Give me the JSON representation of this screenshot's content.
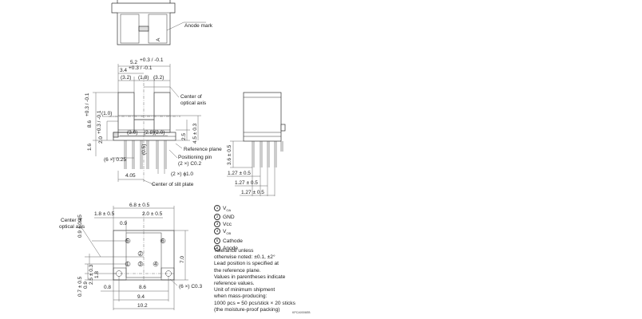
{
  "labels": {
    "anode_mark": "Anode mark",
    "anode_letter": "A",
    "center_optical_axis_top": [
      "Center of",
      "optical axis"
    ],
    "reference_plane": "Reference plane",
    "positioning_pin": [
      "Positioning pin",
      "(2 ×) C0.2"
    ],
    "center_slit_plate": "Center of slit plate",
    "center_optical_axis_bottom": [
      "Center of",
      "optical axis"
    ]
  },
  "dims_front": {
    "w52": "5.2",
    "w52_tol": "+0.3 / -0.1",
    "w34": "3.4",
    "w34_tol": "+0.3 / -0.1",
    "p32a": "(3.2)",
    "p18": "(1.8)",
    "p32b": "(3.2)",
    "h86": "8.6",
    "h86_tol": "+0.3 / -0.1",
    "p10": "(1.0)",
    "p30": "(3.0)",
    "p28": "(2.8)",
    "p20": "(2.0)",
    "h20": "2.0",
    "h20_tol": "+0.3 / -0.1",
    "h16": "1.6",
    "p05": "(0.5)",
    "h25": "2.5",
    "h45": "4.5 ± 0.3",
    "c6": "(6 ×) 0.25",
    "w405": "4.05",
    "c2": "(2 ×) ϕ1.0"
  },
  "dims_side": {
    "h36": "3.6 ± 0.5",
    "p1": "1.27 ± 0.5",
    "p2": "1.27 ± 0.5",
    "p3": "1.27 ± 0.5"
  },
  "dims_bottom": {
    "w68": "6.8 ± 0.5",
    "w18": "1.8 ± 0.5",
    "w20": "2.0 ± 0.5",
    "w09": "0.9",
    "h09": "0.9 ± 0.45",
    "h25": "2.5 ± 0.3",
    "h18": "1.8",
    "h09b": "0.9",
    "h07": "0.7 ± 0.5",
    "h70": "7.0",
    "w08": "0.8",
    "w86": "8.6",
    "w94": "9.4",
    "w102": "10.2",
    "c03": "(6 ×) C0.3"
  },
  "pins": [
    {
      "num": "1",
      "name": "V",
      "sub": "OA"
    },
    {
      "num": "2",
      "name": "GND",
      "sub": ""
    },
    {
      "num": "3",
      "name": "Vcc",
      "sub": ""
    },
    {
      "num": "4",
      "name": "V",
      "sub": "OB"
    },
    {
      "num": "5",
      "name": "Cathode",
      "sub": ""
    },
    {
      "num": "6",
      "name": "Anode",
      "sub": ""
    }
  ],
  "notes": [
    "Tolerance unless",
    "otherwise noted: ±0.1, ±2°",
    "Lead position is specified at",
    "the reference plane.",
    "Values in parentheses indicate",
    "reference values.",
    "Unit of minimum shipment",
    "when mass-producing:",
    "1000 pcs = 50 pcs/stick × 20 sticks",
    "(the moisture-proof packing)"
  ],
  "drawing_code": "KPCA0006EB"
}
